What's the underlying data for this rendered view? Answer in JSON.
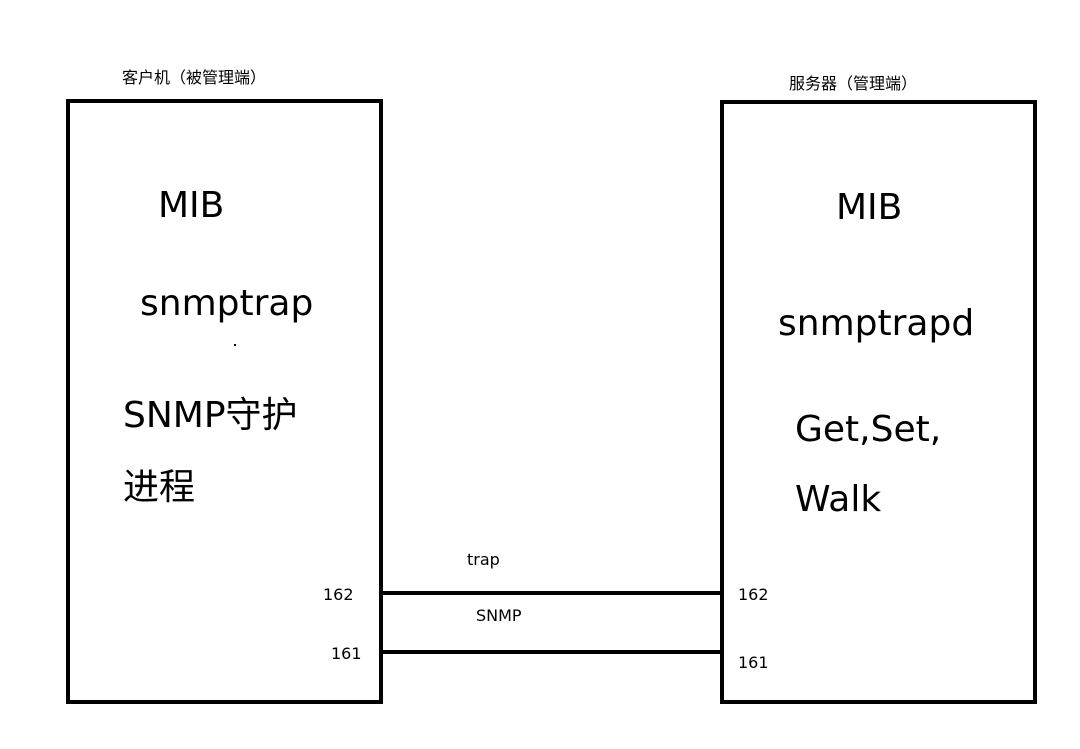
{
  "client": {
    "caption": "客户机（被管理端）",
    "mib": "MIB",
    "trap_tool": "snmptrap",
    "daemon_line1": "SNMP守护",
    "daemon_line2": "进程",
    "port_trap": "162",
    "port_snmp": "161"
  },
  "server": {
    "caption": "服务器（管理端）",
    "mib": "MIB",
    "trap_daemon": "snmptrapd",
    "ops_line1": "Get,Set,",
    "ops_line2": "Walk",
    "port_trap": "162",
    "port_snmp": "161"
  },
  "links": {
    "trap_label": "trap",
    "snmp_label": "SNMP"
  }
}
